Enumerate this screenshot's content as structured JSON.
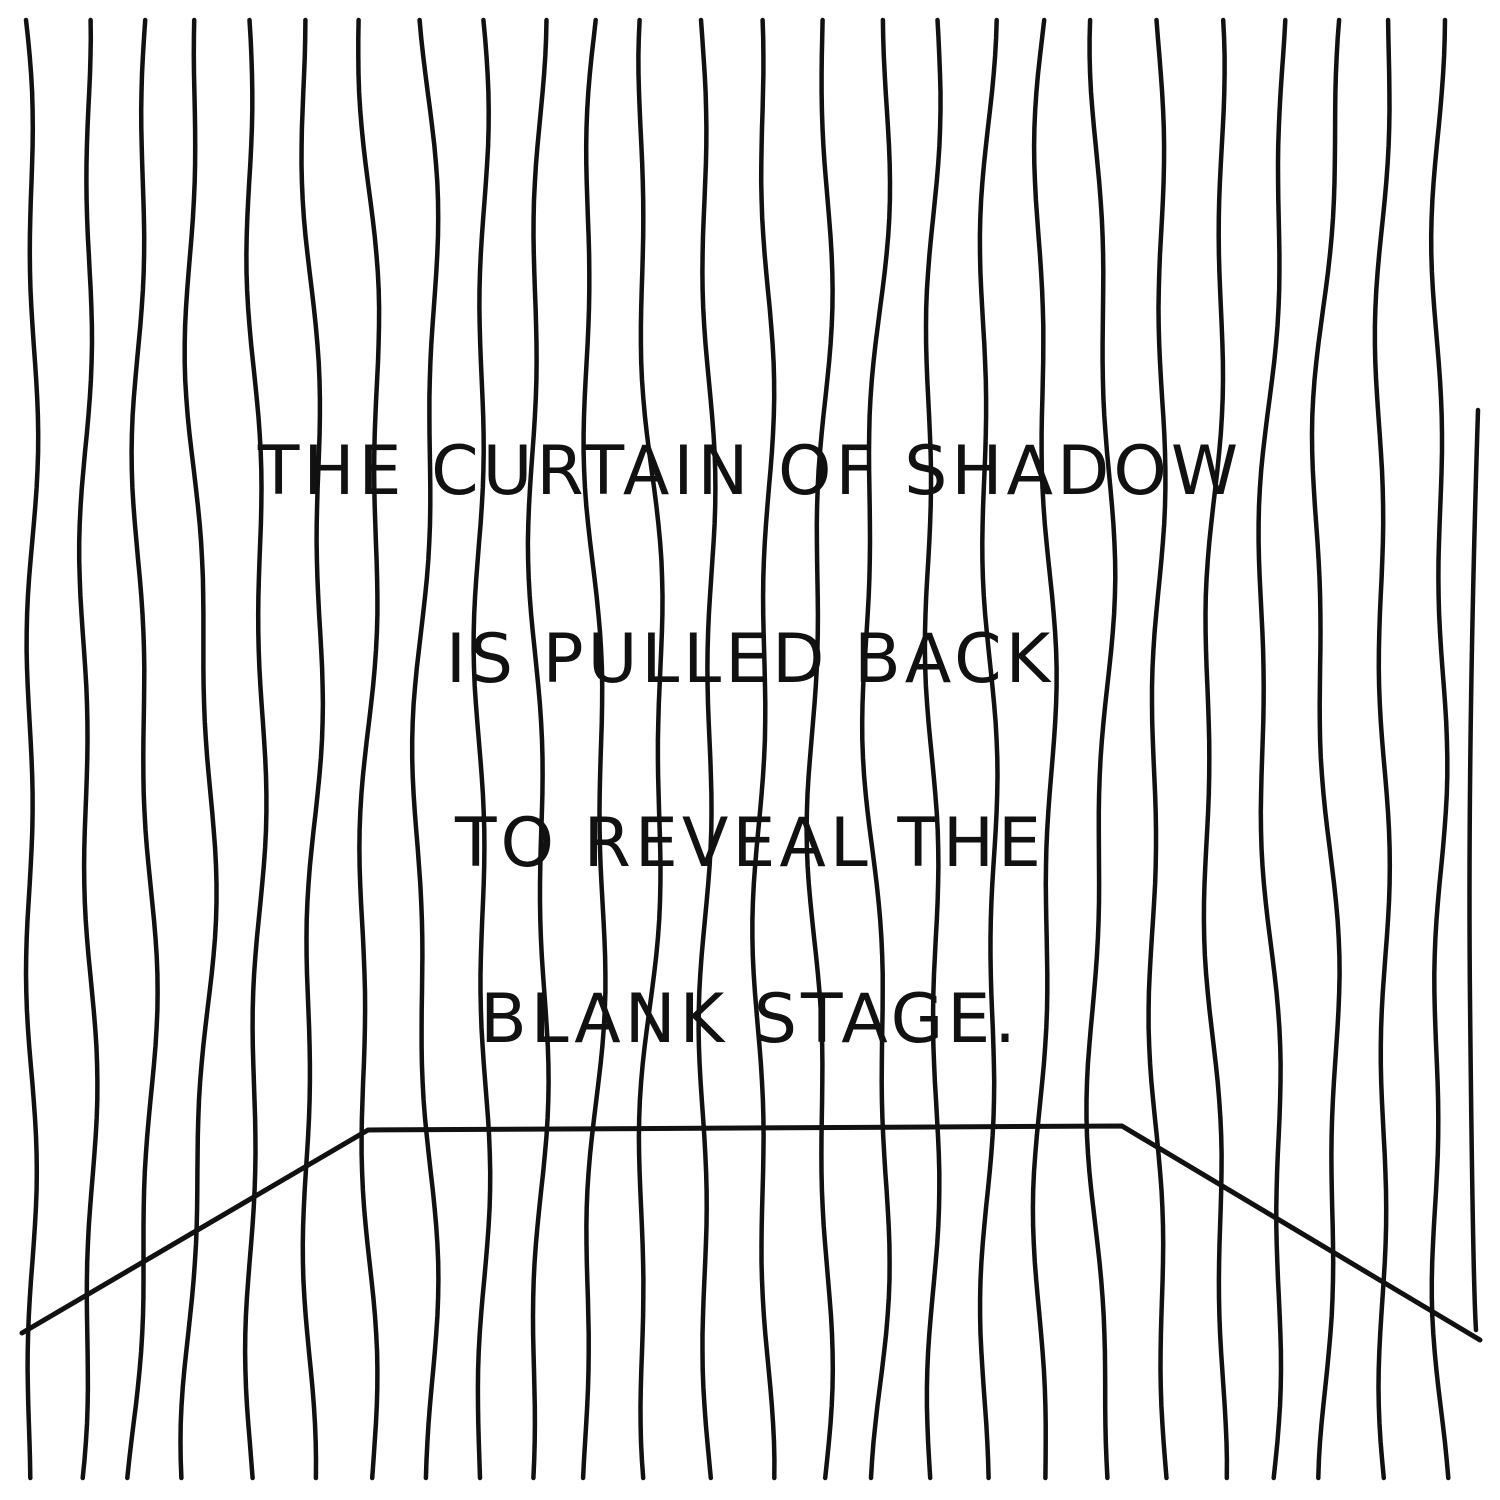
{
  "caption": {
    "line1": "THE CURTAIN OF SHADOW",
    "line2": "IS PULLED BACK",
    "line3": "TO REVEAL THE",
    "line4": "BLANK STAGE."
  },
  "colors": {
    "ink": "#111111",
    "paper": "#ffffff"
  }
}
